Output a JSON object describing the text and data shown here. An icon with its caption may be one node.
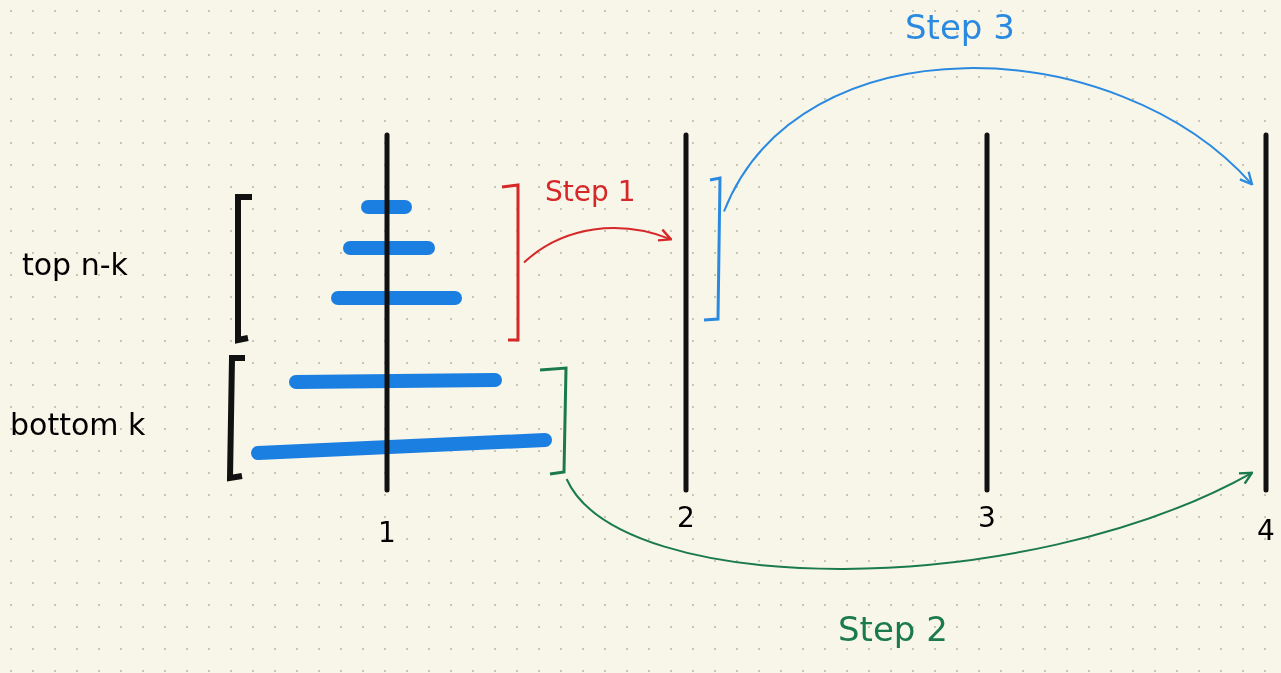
{
  "diagram": {
    "nodes": [
      {
        "text": [
          "1"
        ]
      },
      {
        "text": [
          "2"
        ]
      },
      {
        "text": [
          "3"
        ]
      },
      {
        "text": [
          "4"
        ]
      },
      {
        "text": [],
        "shape": "bracket"
      },
      {
        "text": [],
        "shape": "bracket"
      },
      {
        "text": [],
        "shape": "bracket"
      }
    ],
    "edges": [
      {
        "from": 4,
        "to": 1,
        "arrow": "to",
        "label": "Step 1",
        "color": "#d62828"
      },
      {
        "from": 5,
        "to": 3,
        "arrow": "to",
        "label": "Step 2",
        "color": "#1a7a4c"
      },
      {
        "from": 6,
        "to": 3,
        "arrow": "to",
        "label": "Step 3",
        "color": "#2a8ae0"
      }
    ],
    "labels": [
      "top n-k",
      "bottom k"
    ]
  }
}
